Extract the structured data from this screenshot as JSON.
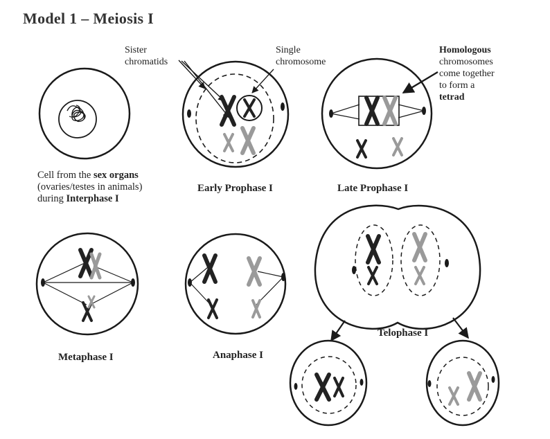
{
  "title": "Model 1 – Meiosis I",
  "labels": {
    "sister_chromatids": [
      "Sister",
      "chromatids"
    ],
    "single_chromosome": [
      "Single",
      "chromosome"
    ],
    "homologous": {
      "bold1": "Homologous",
      "line2": "chromosomes",
      "line3": "come together",
      "line4": "to form a",
      "bold5": "tetrad"
    },
    "interphase_caption": {
      "pre1": "Cell from the ",
      "bold1": "sex organs",
      "line2": "(ovaries/testes in animals)",
      "pre3": "during ",
      "bold3": "Interphase I"
    }
  },
  "stages": {
    "early_prophase": "Early Prophase I",
    "late_prophase": "Late Prophase I",
    "metaphase": "Metaphase I",
    "anaphase": "Anaphase I",
    "telophase": "Telophase I"
  },
  "colors": {
    "ink": "#1a1a1a",
    "dark_chromosome": "#222222",
    "light_chromosome": "#9a9a9a"
  }
}
